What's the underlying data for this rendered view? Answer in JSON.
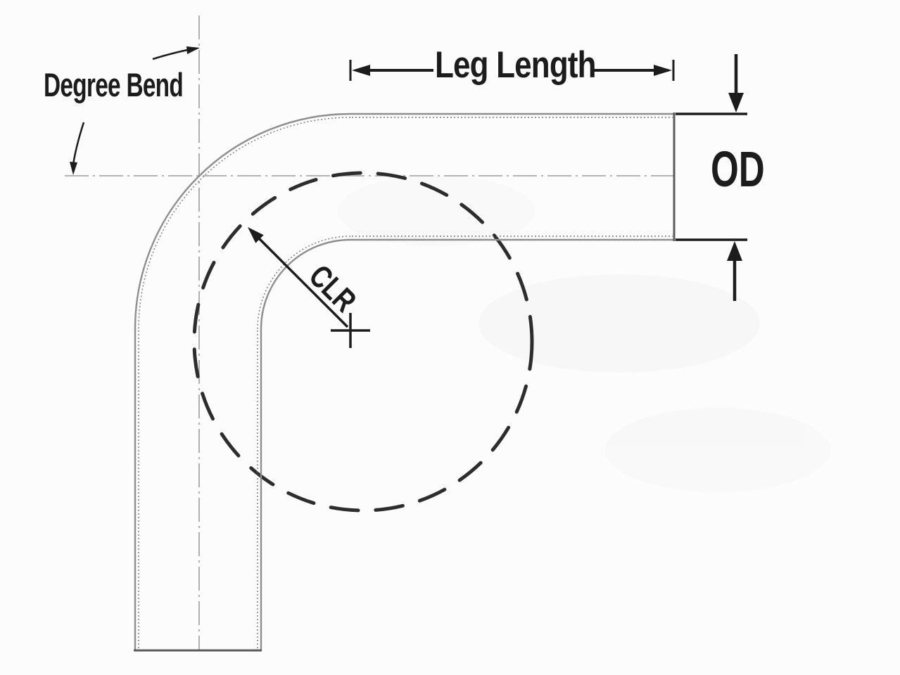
{
  "labels": {
    "degree_bend": "Degree Bend",
    "leg_length": "Leg Length",
    "od": "OD",
    "clr": "CLR"
  },
  "colors": {
    "background": "#fcfcfc",
    "dimension": "#1c1c1c",
    "tube_outline": "#8e8e8e",
    "tube_dot": "#777777",
    "tube_edge_dark": "#5a5a5a",
    "centerline": "#9c9c9c",
    "clr_circle": "#2d2d2d"
  }
}
